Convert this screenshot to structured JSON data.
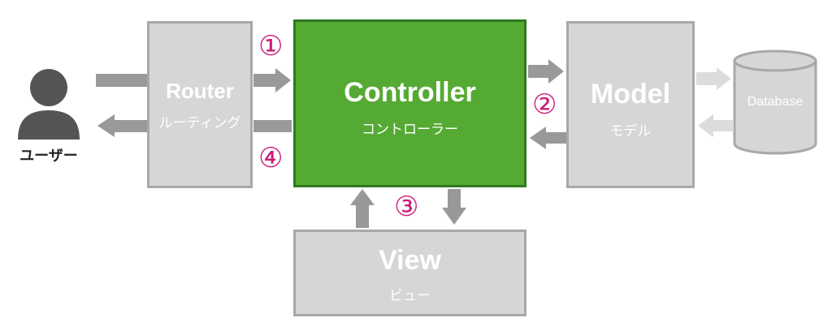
{
  "user": {
    "label": "ユーザー"
  },
  "router": {
    "title": "Router",
    "subtitle": "ルーティング"
  },
  "controller": {
    "title": "Controller",
    "subtitle": "コントローラー"
  },
  "model": {
    "title": "Model",
    "subtitle": "モデル"
  },
  "view": {
    "title": "View",
    "subtitle": "ビュー"
  },
  "database": {
    "label": "Database"
  },
  "steps": [
    "①",
    "②",
    "③",
    "④"
  ],
  "colors": {
    "box_gray": "#d6d6d6",
    "box_border": "#a8a8a8",
    "controller_green": "#55aa33",
    "arrow": "#999999",
    "step_magenta": "#cc1a7a"
  }
}
